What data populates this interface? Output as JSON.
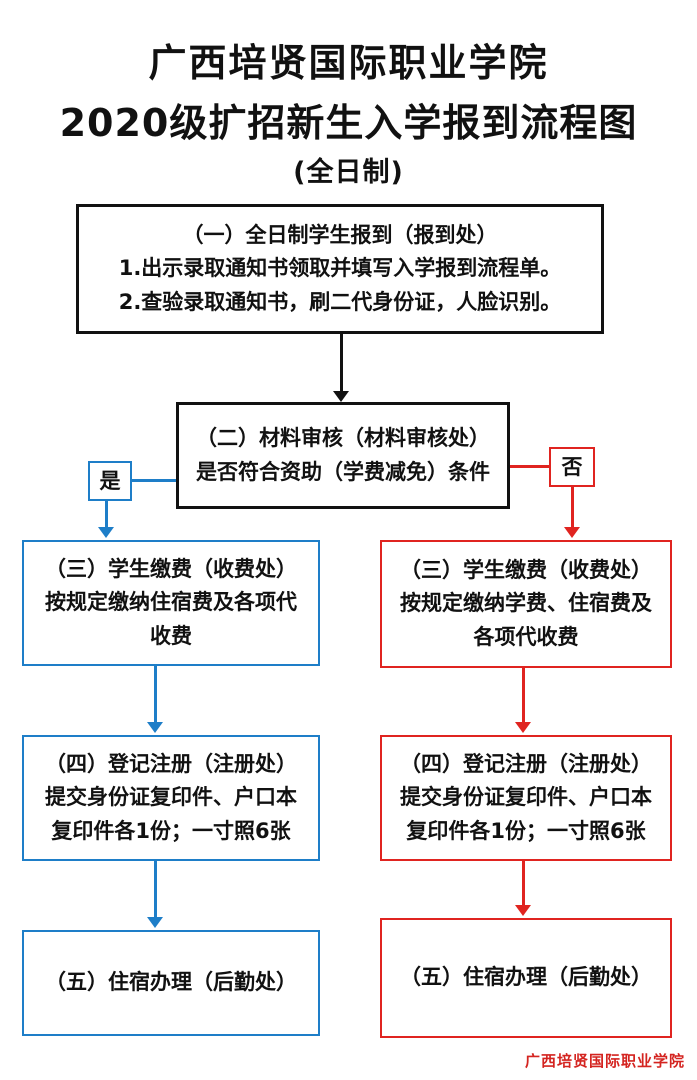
{
  "title": {
    "line1": "广西培贤国际职业学院",
    "line2": "2020级扩招新生入学报到流程图",
    "line3": "(全日制)"
  },
  "flow": {
    "step1": "（一）全日制学生报到（报到处）\n1.出示录取通知书领取并填写入学报到流程单。\n2.查验录取通知书，刷二代身份证，人脸识别。",
    "step2": "（二）材料审核（材料审核处）\n是否符合资助（学费减免）条件",
    "branch_yes": "是",
    "branch_no": "否",
    "left": {
      "step3": "（三）学生缴费（收费处）\n按规定缴纳住宿费及各项代\n收费",
      "step4": "（四）登记注册（注册处）\n提交身份证复印件、户口本\n复印件各1份；一寸照6张",
      "step5": "（五）住宿办理（后勤处）"
    },
    "right": {
      "step3": "（三）学生缴费（收费处）\n按规定缴纳学费、住宿费及\n各项代收费",
      "step4": "（四）登记注册（注册处）\n提交身份证复印件、户口本\n复印件各1份；一寸照6张",
      "step5": "（五）住宿办理（后勤处）"
    }
  },
  "footer": {
    "watermark": "广西培贤国际职业学院"
  },
  "colors": {
    "ink": "#111111",
    "yes_branch_blue": "#1e7ec8",
    "no_branch_red": "#e02420",
    "watermark_red": "#d42420"
  }
}
